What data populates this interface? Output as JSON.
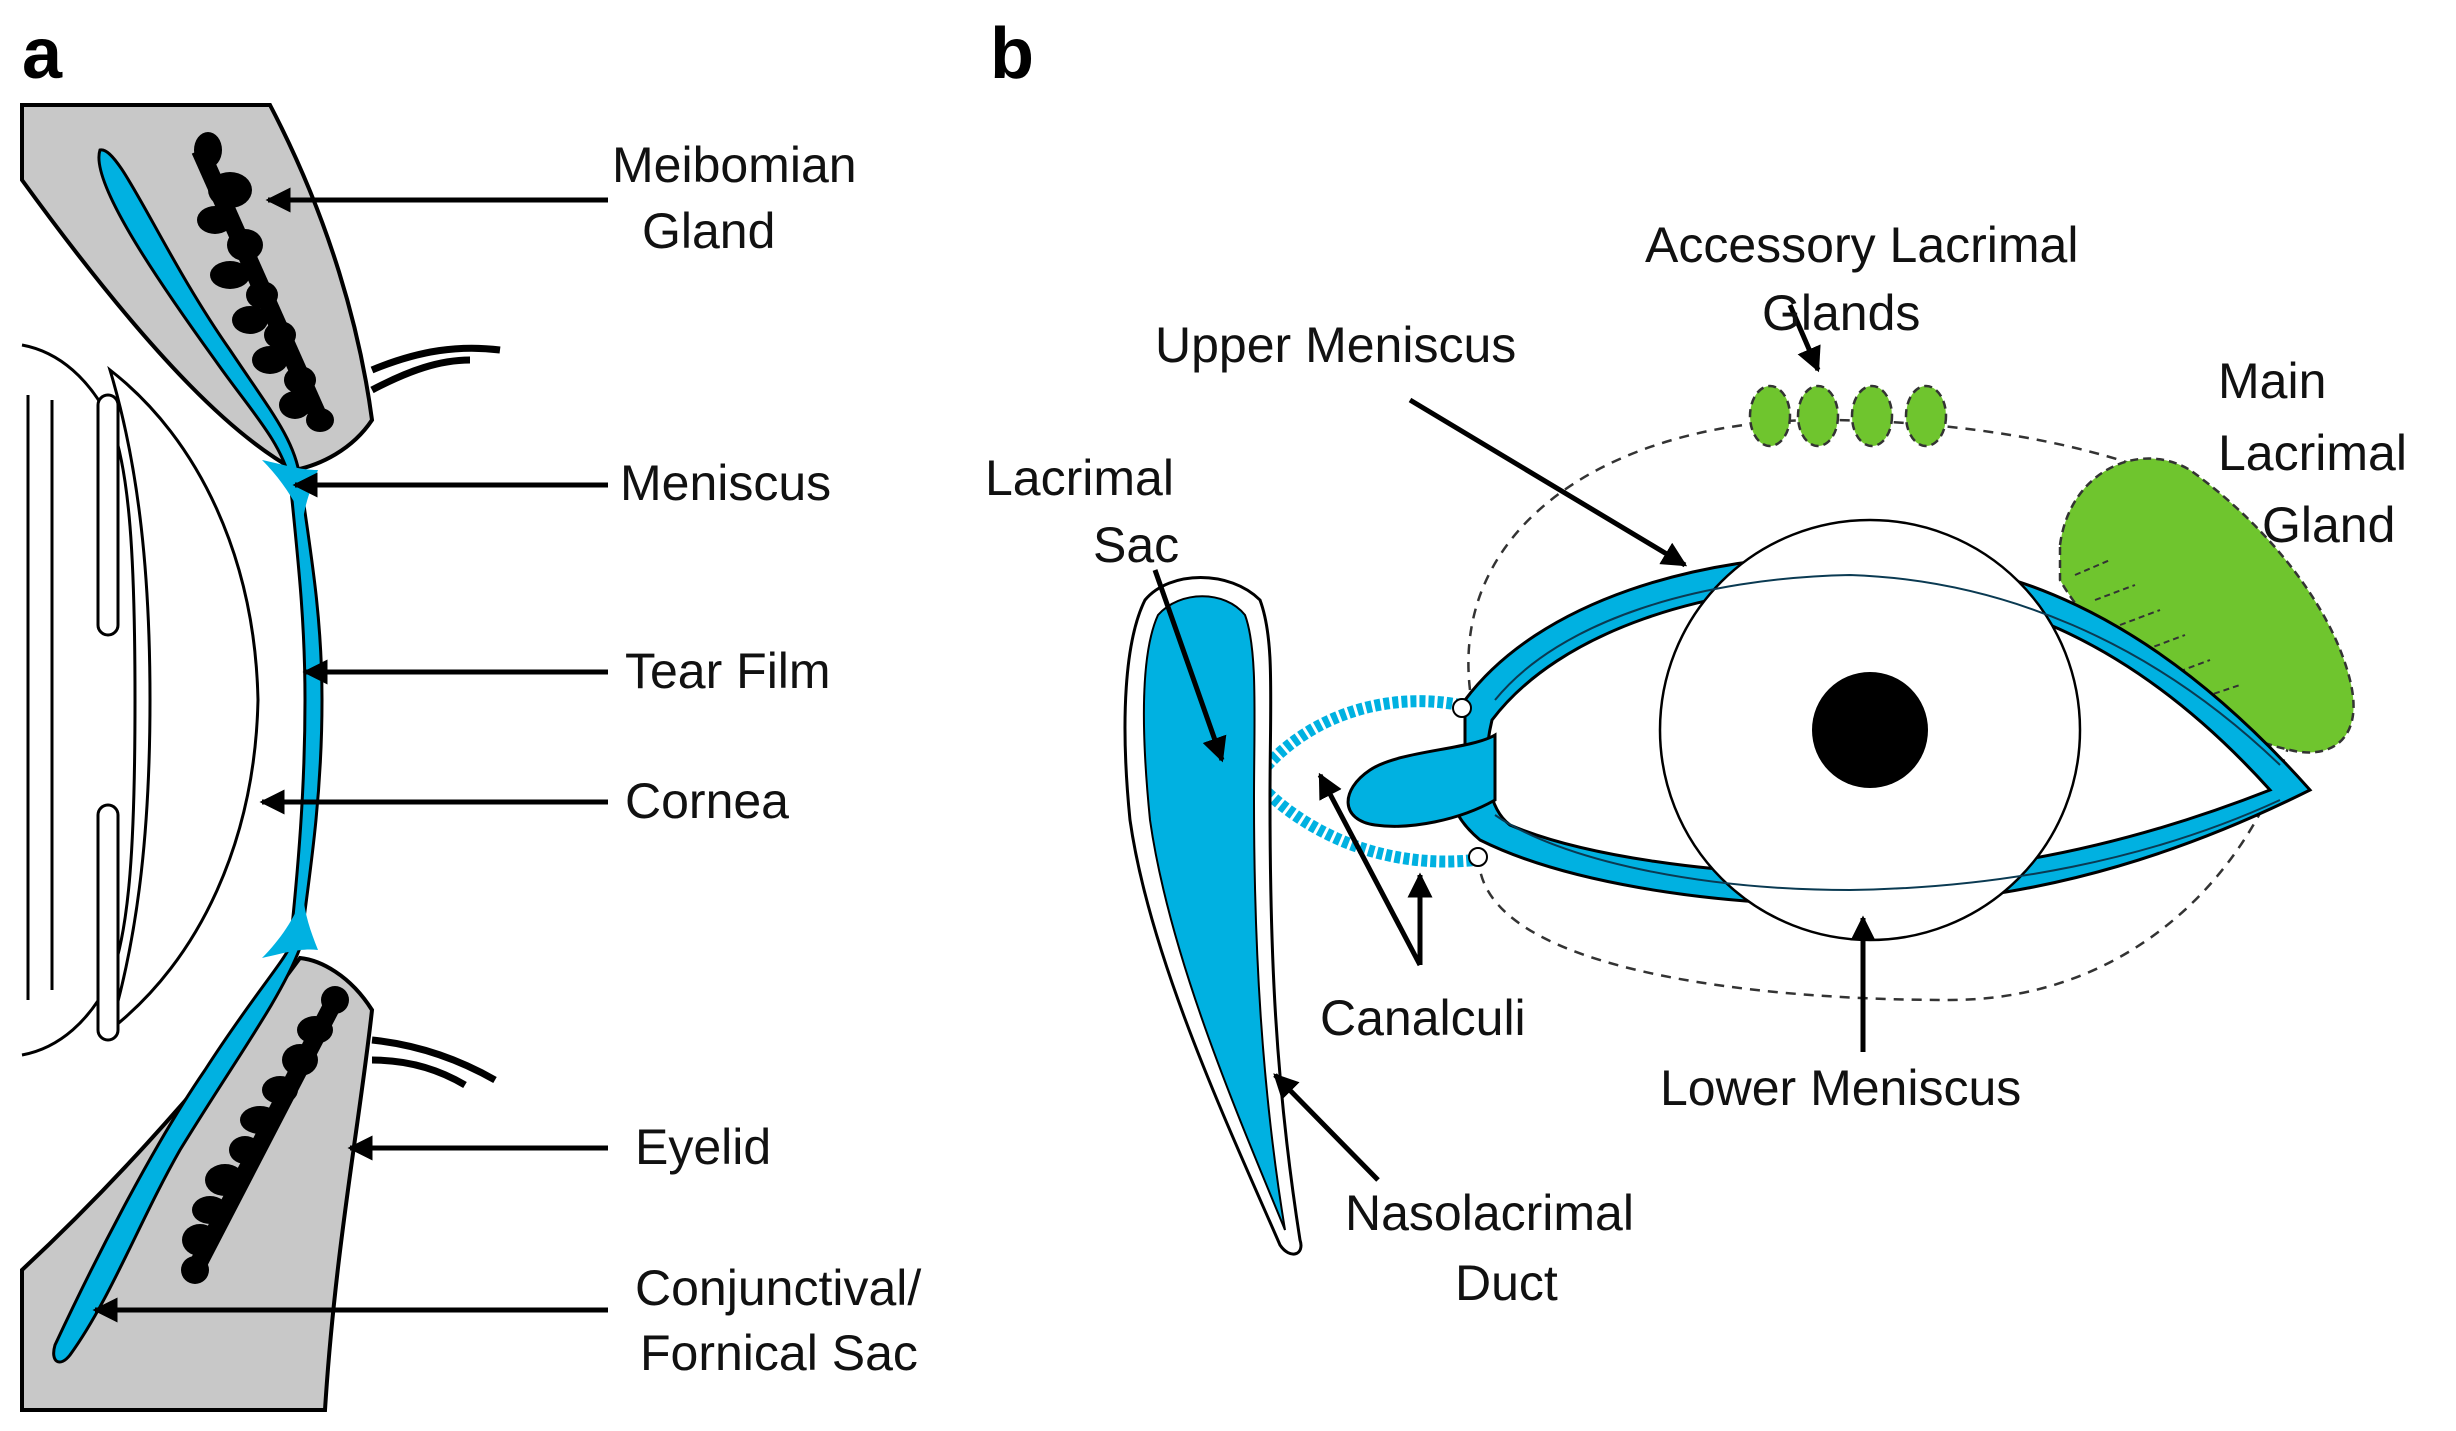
{
  "panels": {
    "a": "a",
    "b": "b"
  },
  "labels_a": {
    "meibomian_1": "Meibomian",
    "meibomian_2": "Gland",
    "meniscus": "Meniscus",
    "tear_film": "Tear Film",
    "cornea": "Cornea",
    "eyelid": "Eyelid",
    "conjunctival_1": "Conjunctival/",
    "conjunctival_2": "Fornical Sac"
  },
  "labels_b": {
    "accessory_1": "Accessory Lacrimal",
    "accessory_2": "Glands",
    "upper_meniscus": "Upper Meniscus",
    "main_1": "Main",
    "main_2": "Lacrimal",
    "main_3": "Gland",
    "sac_1": "Lacrimal",
    "sac_2": "Sac",
    "canalculi": "Canalculi",
    "lower_meniscus": "Lower Meniscus",
    "naso_1": "Nasolacrimal",
    "naso_2": "Duct"
  },
  "colors": {
    "tear_blue": "#00b1e1",
    "gland_green": "#6fc52e",
    "lid_gray": "#c8c8c8",
    "ink": "#000000"
  }
}
